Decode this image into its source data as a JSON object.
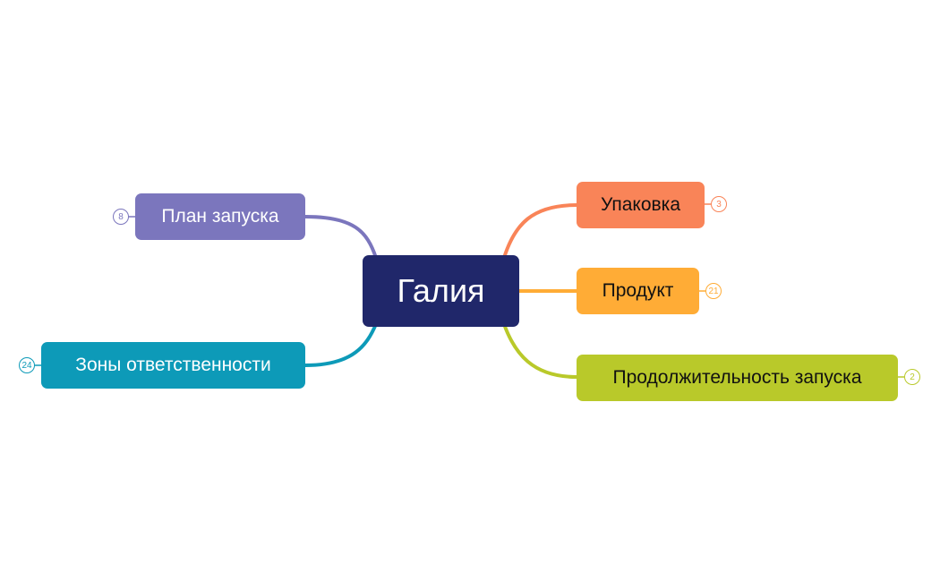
{
  "mindmap": {
    "central": {
      "label": "Галия",
      "color": "#20276a"
    },
    "topics": [
      {
        "label": "План запуска",
        "color": "#7b76bd",
        "text_color": "#ffffff",
        "count": "8",
        "side": "left"
      },
      {
        "label": "Зоны ответственности",
        "color": "#0d9ab8",
        "text_color": "#ffffff",
        "count": "24",
        "side": "left"
      },
      {
        "label": "Упаковка",
        "color": "#f98458",
        "text_color": "#111111",
        "count": "3",
        "side": "right"
      },
      {
        "label": "Продукт",
        "color": "#ffac36",
        "text_color": "#111111",
        "count": "21",
        "side": "right"
      },
      {
        "label": "Продолжительность запуска",
        "color": "#b9c92a",
        "text_color": "#111111",
        "count": "2",
        "side": "right"
      }
    ]
  }
}
